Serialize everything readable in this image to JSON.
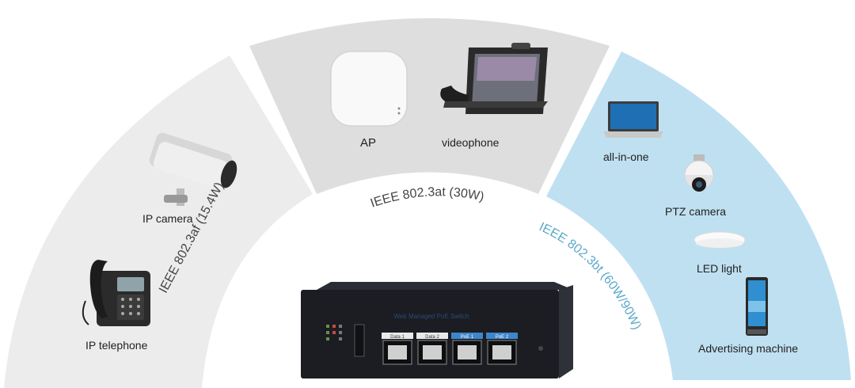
{
  "colors": {
    "segment_left": "#ececec",
    "segment_middle": "#dedede",
    "segment_right": "#bfe0f1",
    "label_dark": "#444444",
    "label_bt": "#5aa9c8"
  },
  "standards": {
    "af": "IEEE 802.3af (15.4W)",
    "at": "IEEE 802.3at (30W)",
    "bt": "IEEE 802.3bt (60W/90W)"
  },
  "devices": {
    "ip_telephone": "IP telephone",
    "ip_camera": "IP camera",
    "ap": "AP",
    "videophone": "videophone",
    "all_in_one": "all-in-one",
    "ptz_camera": "PTZ camera",
    "led_light": "LED light",
    "advertising_machine": "Advertising machine"
  },
  "switch": {
    "ports": [
      "Data 1",
      "Data 2",
      "PoE 1",
      "PoE 2"
    ]
  },
  "icons": {
    "ip_telephone": "desk-phone-icon",
    "ip_camera": "bullet-camera-icon",
    "ap": "access-point-icon",
    "videophone": "video-phone-icon",
    "all_in_one": "laptop-icon",
    "ptz_camera": "ptz-camera-icon",
    "led_light": "ceiling-light-icon",
    "advertising_machine": "kiosk-display-icon",
    "switch": "poe-switch-icon"
  }
}
